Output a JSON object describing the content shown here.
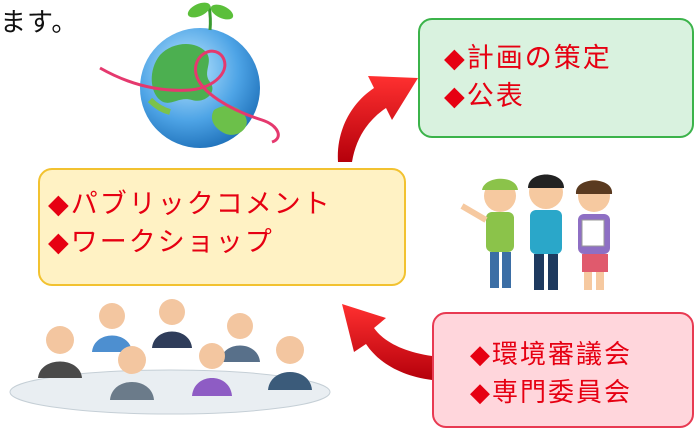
{
  "fragment_text": "ます。",
  "plan_box": {
    "line1": "◆計画の策定",
    "line2": "◆公表"
  },
  "public_box": {
    "line1": "◆パブリックコメント",
    "line2": "◆ワークショップ"
  },
  "council_box": {
    "line1": "◆環境審議会",
    "line2": "◆専門委員会"
  },
  "colors": {
    "accent_red": "#e60012",
    "plan_fill": "#d9f2df",
    "plan_border": "#3bb34a",
    "public_fill": "#fff2c4",
    "public_border": "#f2c230",
    "council_fill": "#ffd6dc",
    "council_border": "#e83a52"
  },
  "icons": {
    "globe": "earth-sprout-heart-icon",
    "children": "children-group-icon",
    "meeting": "meeting-people-icon",
    "arrow_up": "red-curved-arrow-icon",
    "arrow_left": "red-curved-arrow-icon"
  }
}
